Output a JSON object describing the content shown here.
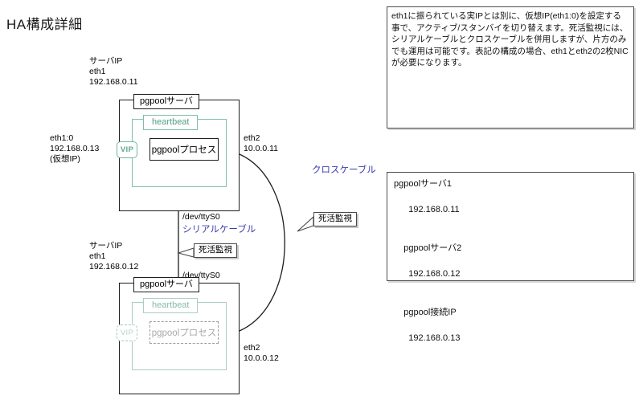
{
  "page": {
    "title": "HA構成詳細"
  },
  "active_server": {
    "server_ip_label": "サーバIP",
    "nic_label": "eth1",
    "nic_ip": "192.168.0.11",
    "box_title": "pgpoolサーバ",
    "heartbeat_label": "heartbeat",
    "vip_label": "VIP",
    "process_label": "pgpoolプロセス",
    "vip_alias_nic": "eth1:0",
    "vip_alias_ip": "192.168.0.13",
    "vip_alias_note": "(仮想IP)",
    "eth2_label": "eth2",
    "eth2_ip": "10.0.0.11",
    "serial_device": "/dev/ttyS0"
  },
  "standby_server": {
    "server_ip_label": "サーバIP",
    "nic_label": "eth1",
    "nic_ip": "192.168.0.12",
    "box_title": "pgpoolサーバ",
    "heartbeat_label": "heartbeat",
    "vip_label": "VIP",
    "process_label": "pgpoolプロセス",
    "eth2_label": "eth2",
    "eth2_ip": "10.0.0.12",
    "serial_device": "/dev/ttyS0"
  },
  "links": {
    "cross_cable_label": "クロスケーブル",
    "serial_cable_label": "シリアルケーブル",
    "health_check_serial": "死活監視",
    "health_check_cross": "死活監視"
  },
  "notes": {
    "description": "eth1に振られている実IPとは別に、仮想IP(eth1:0)を設定する事で、アクティブ/スタンバイを切り替えます。死活監視には、シリアルケーブルとクロスケーブルを併用しますが、片方のみでも運用は可能です。表記の構成の場合、eth1とeth2の2枚NICが必要になります。"
  },
  "ip_list": {
    "server1_label": "pgpoolサーバ1",
    "server1_ip": "192.168.0.11",
    "server2_label": "pgpoolサーバ2",
    "server2_ip": "192.168.0.12",
    "connect_label": "pgpool接続IP",
    "connect_ip": "192.168.0.13"
  },
  "colors": {
    "accent_green": "#6fb89b",
    "accent_blue": "#3b3bb0",
    "line_black": "#1d1d1d"
  }
}
